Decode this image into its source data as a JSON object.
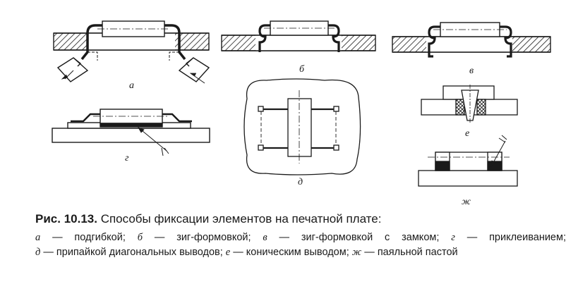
{
  "figure": {
    "labels": {
      "a": "а",
      "b": "б",
      "v": "в",
      "g": "г",
      "d": "д",
      "e": "е",
      "zh": "ж"
    }
  },
  "caption": {
    "number": "Рис. 10.13.",
    "title": "Способы фиксации элементов на печатной плате:",
    "items": [
      {
        "letter": "а",
        "text": "подгибкой"
      },
      {
        "letter": "б",
        "text": "зиг-формовкой"
      },
      {
        "letter": "в",
        "text": "зиг-формовкой с замком"
      },
      {
        "letter": "г",
        "text": "приклеиванием"
      },
      {
        "letter": "д",
        "text": "припайкой диагональных выводов"
      },
      {
        "letter": "е",
        "text": "коническим выводом"
      },
      {
        "letter": "ж",
        "text": "паяльной пастой"
      }
    ]
  }
}
